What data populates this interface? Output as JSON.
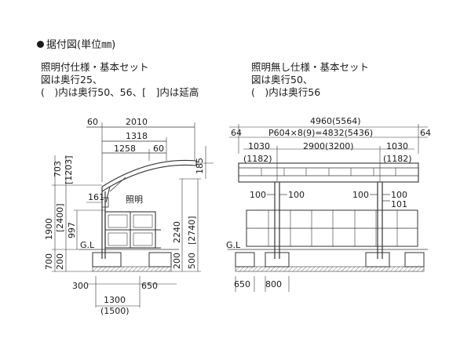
{
  "header": {
    "title": "据付図(単位㎜)"
  },
  "left_spec": {
    "line1": "照明付仕様・基本セット",
    "line2": "図は奥行25、",
    "line3": "(　)内は奥行50、56、[　]内は延高"
  },
  "right_spec": {
    "line1": "照明無し仕様・基本セット",
    "line2": "図は奥行50、",
    "line3": "(　)内は奥行56"
  },
  "left_dims": {
    "top_60": "60",
    "depth_total": "2010",
    "depth_1318": "1318",
    "depth_1258": "1258",
    "small_60": "60",
    "roof_703": "703",
    "roof_1203": "[1203]",
    "height_1900": "1900",
    "height_2400": "[2400]",
    "height_997": "997",
    "dim_161": "161",
    "light_label": "照明",
    "gl_label": "G.L",
    "base_700": "700",
    "base_200": "200",
    "height_2240": "2240",
    "height_2740": "[2740]",
    "right_200": "200",
    "right_500": "500",
    "right_185": "185",
    "bottom_300": "300",
    "bottom_650": "650",
    "bottom_1300": "1300",
    "bottom_1500": "(1500)"
  },
  "right_dims": {
    "width_total": "4960(5564)",
    "left_64": "64",
    "right_64": "64",
    "pitch": "P604×8(9)=4832(5436)",
    "left_1030": "1030",
    "mid_2900": "2900(3200)",
    "right_1030": "1030",
    "left_1182": "(1182)",
    "right_1182": "(1182)",
    "post_100_a": "100",
    "post_100_b": "100",
    "post_100_c": "100",
    "post_100_d": "100",
    "post_101": "101",
    "gl_label": "G.L",
    "base_650": "650",
    "base_800": "800"
  }
}
